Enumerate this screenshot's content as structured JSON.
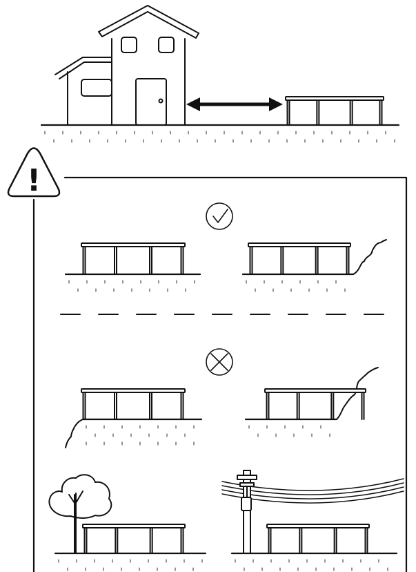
{
  "colors": {
    "ink": "#111111",
    "paper": "#ffffff"
  },
  "symbols": {
    "warning": "!"
  },
  "icons": [
    "house-icon",
    "trampoline-icon",
    "distance-arrow-icon",
    "warning-triangle-icon",
    "check-circle-icon",
    "cross-circle-icon",
    "slope-icon",
    "tree-icon",
    "utility-pole-icon",
    "power-lines-icon"
  ],
  "panels": {
    "correct": [
      "flat-ground",
      "flat-ground-near-slope"
    ],
    "incorrect": [
      "ground-at-drop-edge",
      "ground-against-embankment"
    ],
    "hazards": [
      "under-tree",
      "under-power-lines"
    ]
  }
}
